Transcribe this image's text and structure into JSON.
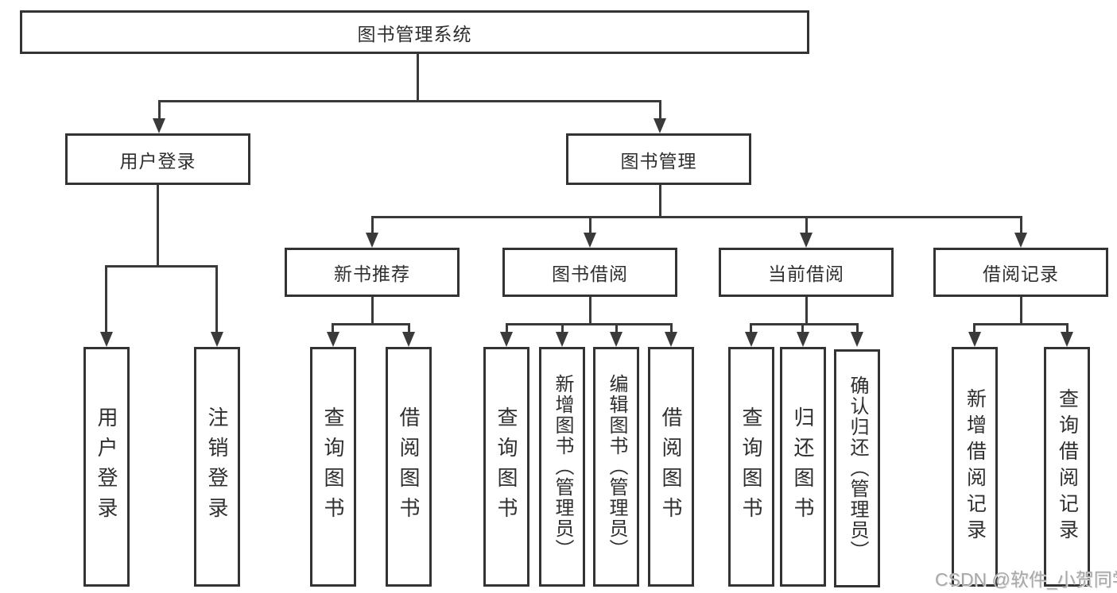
{
  "colors": {
    "line": "#3a3a3a",
    "box_border": "#333333",
    "text": "#2f2f2f",
    "watermark_text_color": "#a8a8a8",
    "background": "#ffffff"
  },
  "diagram": {
    "root": {
      "label": "图书管理系统"
    },
    "level2": {
      "user_login": {
        "label": "用户登录"
      },
      "book_mgmt": {
        "label": "图书管理"
      }
    },
    "level3": {
      "new_book_rec": {
        "label": "新书推荐"
      },
      "book_borrow": {
        "label": "图书借阅"
      },
      "current_borrow": {
        "label": "当前借阅"
      },
      "borrow_records": {
        "label": "借阅记录"
      }
    },
    "leaves": {
      "user_login": [
        "用户登录",
        "注销登录"
      ],
      "new_book_rec": [
        "查询图书",
        "借阅图书"
      ],
      "book_borrow": [
        "查询图书",
        "新增图书（管理员）",
        "编辑图书（管理员）",
        "借阅图书"
      ],
      "current_borrow": [
        "查询图书",
        "归还图书",
        "确认归还（管理员）"
      ],
      "borrow_records": [
        "新增借阅记录",
        "查询借阅记录"
      ]
    }
  },
  "watermark": {
    "text": "CSDN @软件_小贺同学"
  }
}
